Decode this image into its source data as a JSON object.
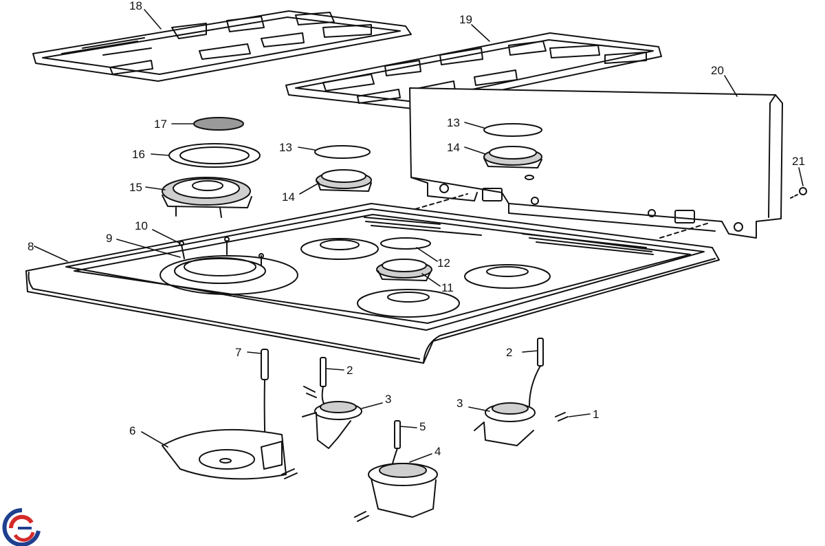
{
  "callouts": {
    "c1": "1",
    "c2a": "2",
    "c2b": "2",
    "c3a": "3",
    "c3b": "3",
    "c4": "4",
    "c5": "5",
    "c6": "6",
    "c7": "7",
    "c8": "8",
    "c9": "9",
    "c10": "10",
    "c11": "11",
    "c12": "12",
    "c13a": "13",
    "c13b": "13",
    "c14a": "14",
    "c14b": "14",
    "c15": "15",
    "c16": "16",
    "c17": "17",
    "c18": "18",
    "c19": "19",
    "c20": "20",
    "c21": "21"
  },
  "colors": {
    "line": "#111111",
    "fill": "#ffffff",
    "shade": "#cfcfcf",
    "gasket": "#9a9a9a",
    "logo_blue": "#1f3f8f",
    "logo_red": "#d42a2a"
  }
}
